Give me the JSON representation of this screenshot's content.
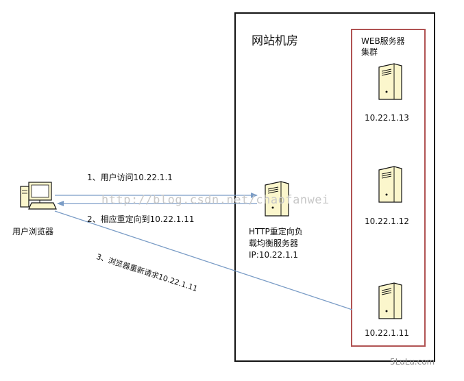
{
  "datacenter": {
    "title": "网站机房"
  },
  "cluster": {
    "title_line1": "WEB服务器",
    "title_line2": "集群"
  },
  "client": {
    "label": "用户浏览器"
  },
  "redirect_server": {
    "line1": "HTTP重定向负",
    "line2": "载均衡服务器",
    "ip": "IP:10.22.1.1"
  },
  "web_servers": [
    {
      "ip": "10.22.1.13"
    },
    {
      "ip": "10.22.1.12"
    },
    {
      "ip": "10.22.1.11"
    }
  ],
  "steps": [
    {
      "label": "1、用户访问10.22.1.1"
    },
    {
      "label": "2、相应重定向到10.22.1.11"
    },
    {
      "label": "3、浏览器重新请求10.22.1.11"
    }
  ],
  "watermark": "http://blog.csdn.net/chaofanwei",
  "footer": "5LuLu.com",
  "colors": {
    "arrow": "#7a9cc6",
    "cluster_border": "#b05252",
    "server_body": "#fbf6cc",
    "outline": "#111111"
  }
}
